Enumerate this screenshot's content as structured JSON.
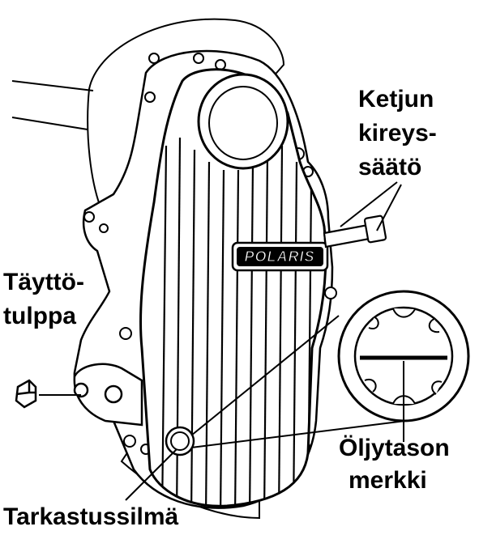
{
  "labels": {
    "chain_adjuster": [
      "Ketjun",
      "kireys-",
      "säätö"
    ],
    "fill_plug": [
      "Täyttö-",
      "tulppa"
    ],
    "oil_level_mark": [
      "Öljytason",
      "merkki"
    ],
    "sight_glass": [
      "Tarkastussilmä"
    ]
  },
  "logo_text": "POLARIS",
  "colors": {
    "line": "#000000",
    "background": "#ffffff"
  }
}
